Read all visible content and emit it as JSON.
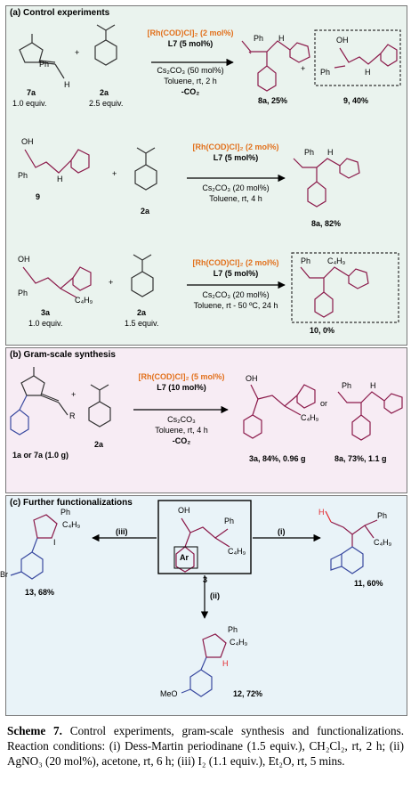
{
  "panels": {
    "a": {
      "title": "(a) Control experiments"
    },
    "b": {
      "title": "(b) Gram-scale synthesis"
    },
    "c": {
      "title": "(c) Further functionalizations"
    }
  },
  "colors": {
    "catalyst": "#e2711d",
    "structure": "#8b1a4a",
    "highlight": "#e3262b",
    "arrow": "#000000"
  },
  "row1": {
    "cmpd_7a": "7a",
    "equiv_7a": "1.0 equiv.",
    "cmpd_2a": "2a",
    "equiv_2a": "2.5 equiv.",
    "catalyst": "[Rh(COD)Cl]₂ (2 mol%)",
    "ligand": "L7 (5 mol%)",
    "base": "Cs₂CO₃ (50 mol%)",
    "conditions": "Toluene, rt, 2 h",
    "byproduct": "-CO₂",
    "product_8a": "8a, 25%",
    "product_9": "9, 40%",
    "sub_ph": "Ph",
    "sub_h": "H",
    "sub_oh": "OH"
  },
  "row2": {
    "cmpd_9": "9",
    "cmpd_2a": "2a",
    "catalyst": "[Rh(COD)Cl]₂ (2 mol%)",
    "ligand": "L7 (5 mol%)",
    "base": "Cs₂CO₃ (20 mol%)",
    "conditions": "Toluene, rt, 4 h",
    "product_8a": "8a, 82%",
    "sub_ph": "Ph",
    "sub_h": "H",
    "sub_oh": "OH"
  },
  "row3": {
    "cmpd_3a": "3a",
    "equiv_3a": "1.0 equiv.",
    "cmpd_2a": "2a",
    "equiv_2a": "1.5 equiv.",
    "catalyst": "[Rh(COD)Cl]₂ (2 mol%)",
    "ligand": "L7 (5 mol%)",
    "base": "Cs₂CO₃ (20 mol%)",
    "conditions": "Toluene, rt - 50 ºC, 24 h",
    "product_10": "10, 0%",
    "sub_ph": "Ph",
    "sub_c4h9": "C₄H₉",
    "sub_oh": "OH"
  },
  "row4": {
    "cmpd_1a": "1a or 7a (1.0 g)",
    "sub_r": "R",
    "cmpd_2a": "2a",
    "catalyst": "[Rh(COD)Cl]₂ (5 mol%)",
    "ligand": "L7 (10 mol%)",
    "base": "Cs₂CO₃",
    "conditions": "Toluene, rt, 4 h",
    "byproduct": "-CO₂",
    "product_3a": "3a, 84%, 0.96 g",
    "word_or": "or",
    "product_8a": "8a, 73%, 1.1 g",
    "sub_oh": "OH",
    "sub_c4h9": "C₄H₉",
    "sub_ph": "Ph",
    "sub_h": "H"
  },
  "row5": {
    "center_oh": "OH",
    "center_ph": "Ph",
    "center_c4h9": "C₄H₉",
    "center_ar": "Ar",
    "center_label": "3",
    "step_i": "(i)",
    "step_ii": "(ii)",
    "step_iii": "(iii)",
    "p13_ph": "Ph",
    "p13_c4h9": "C₄H₉",
    "p13_i": "I",
    "p13_br": "Br",
    "p13_label": "13, 68%",
    "p11_h": "H",
    "p11_ph": "Ph",
    "p11_c4h9": "C₄H₉",
    "p11_label": "11, 60%",
    "p12_ph": "Ph",
    "p12_c4h9": "C₄H₉",
    "p12_h": "H",
    "p12_meo": "MeO",
    "p12_label": "12, 72%"
  },
  "caption": {
    "label": "Scheme 7.",
    "text": "Control experiments, gram-scale synthesis and functionalizations. Reaction conditions: (i) Dess-Martin periodinane (1.5 equiv.), CH₂Cl₂, rt, 2 h; (ii) AgNO₃ (20 mol%), acetone, rt, 6 h; (iii) I₂ (1.1 equiv.), Et₂O, rt, 5 mins."
  }
}
